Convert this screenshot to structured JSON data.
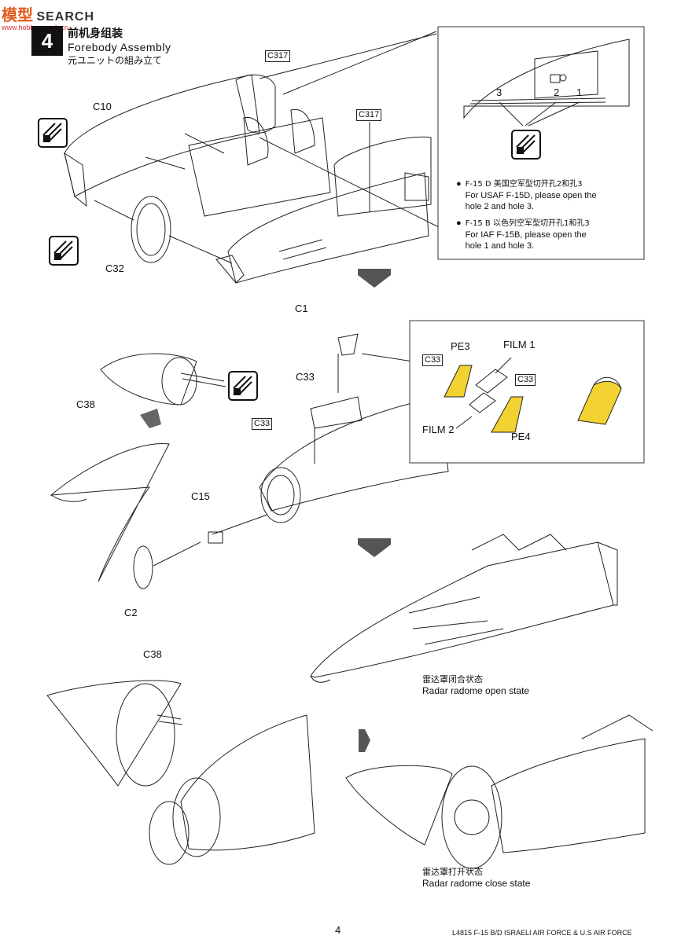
{
  "watermark": {
    "brand_cn": "模型",
    "brand_en": "SEARCH",
    "site": "www.hobbysearch.cn"
  },
  "step": {
    "number": "4",
    "title_cn": "前机身组装",
    "title_en": "Forebody Assembly",
    "title_jp": "元ユニットの組み立て"
  },
  "parts": {
    "c317": "C317",
    "c10": "C10",
    "c32": "C32",
    "c1": "C1",
    "c38": "C38",
    "c33": "C33",
    "c15": "C15",
    "c2": "C2",
    "pe3": "PE3",
    "pe4": "PE4",
    "film1": "FILM 1",
    "film2": "FILM 2"
  },
  "holes": {
    "h1": "1",
    "h2": "2",
    "h3": "3"
  },
  "notes": {
    "d_cn": "F-15 D  美国空军型切开孔2和孔3",
    "d_en1": "For USAF F-15D, please open the",
    "d_en2": "hole 2 and hole 3.",
    "b_cn": "F-15 B 以色列空军型切开孔1和孔3",
    "b_en1": "For IAF F-15B, please open the",
    "b_en2": "hole 1 and hole 3."
  },
  "states": {
    "open_cn": "雷达罩闭合状态",
    "open_en": "Radar radome open state",
    "close_cn": "雷达罩打开状态",
    "close_en": "Radar radome close state"
  },
  "footer": {
    "page": "4",
    "kit": "L4815  F-15 B/D ISRAELI AIR FORCE & U.S AIR FORCE"
  }
}
